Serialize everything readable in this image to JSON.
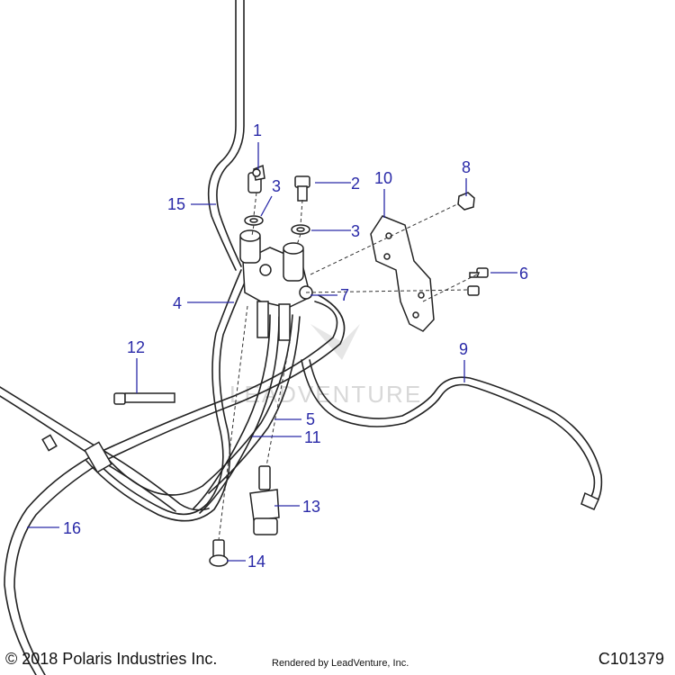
{
  "callouts": [
    {
      "label": "1"
    },
    {
      "label": "2"
    },
    {
      "label": "3"
    },
    {
      "label": "3"
    },
    {
      "label": "4"
    },
    {
      "label": "5"
    },
    {
      "label": "6"
    },
    {
      "label": "7"
    },
    {
      "label": "8"
    },
    {
      "label": "9"
    },
    {
      "label": "10"
    },
    {
      "label": "11"
    },
    {
      "label": "12"
    },
    {
      "label": "13"
    },
    {
      "label": "14"
    },
    {
      "label": "15"
    },
    {
      "label": "16"
    }
  ],
  "watermark": "LEADVENTURE",
  "footer": {
    "copyright": "© 2018 Polaris Industries Inc.",
    "rendered_by": "Rendered by LeadVenture, Inc.",
    "diagram_id": "C101379"
  },
  "colors": {
    "callout": "#2a2aa8",
    "line": "#222222"
  }
}
